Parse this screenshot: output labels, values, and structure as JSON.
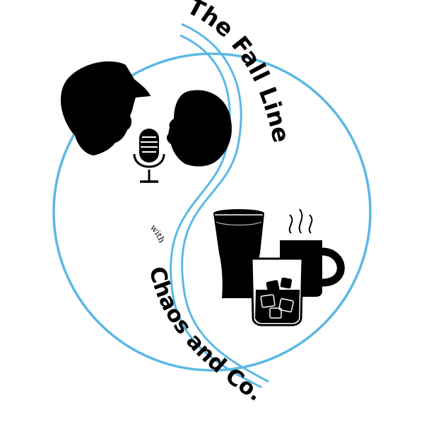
{
  "logo": {
    "title": "The Fall Line",
    "with": "with",
    "subtitle": "Chaos and Co.",
    "colors": {
      "ring": "#5bb8e4",
      "ink": "#000000",
      "background": "#ffffff"
    },
    "icons": [
      "head-left-silhouette",
      "head-right-silhouette",
      "microphone-icon",
      "pint-glass-icon",
      "coffee-mug-icon",
      "rocks-glass-icon",
      "steam-icon"
    ]
  }
}
